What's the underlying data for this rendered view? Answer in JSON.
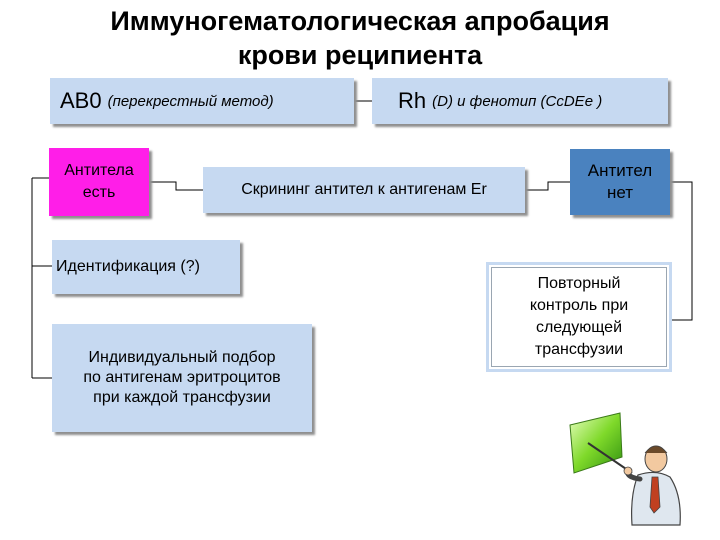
{
  "title": {
    "line1": "Иммуногематологическая апробация",
    "line2": "крови реципиента"
  },
  "boxes": {
    "ab0": {
      "main": "АВ0",
      "sub": "(перекрестный метод)"
    },
    "rh": {
      "main": "Rh",
      "sub": "(D) и фенотип (CcDEe )"
    },
    "antibodies_present": {
      "line1": "Антитела",
      "line2": "есть"
    },
    "screening": {
      "text": "Скрининг антител к антигенам Er"
    },
    "antibodies_absent": {
      "line1": "Антител",
      "line2": "нет"
    },
    "identification": {
      "text": "Идентификация (?)"
    },
    "individual": {
      "line1": "Индивидуальный подбор",
      "line2": "по антигенам эритроцитов",
      "line3": "при каждой трансфузии"
    },
    "repeat": {
      "line1": "Повторный",
      "line2": "контроль при",
      "line3": "следующей",
      "line4": "трансфузии"
    }
  },
  "colors": {
    "light_blue": "#c6d9f1",
    "magenta": "#ff1ee8",
    "steel_blue": "#4a82bf"
  },
  "icons": {
    "illustration": "presenter-with-board-icon"
  }
}
